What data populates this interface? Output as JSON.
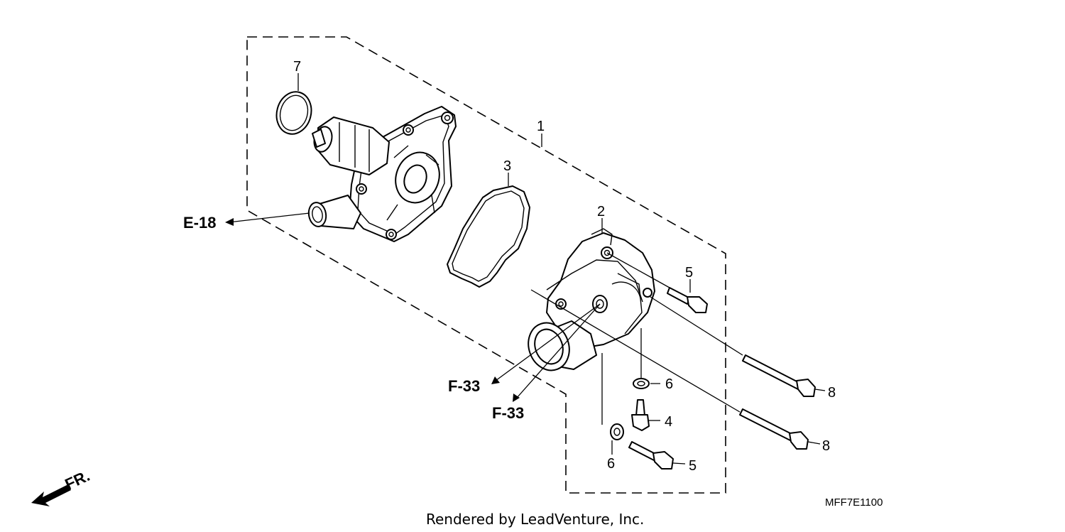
{
  "callouts": {
    "c1": "1",
    "c2": "2",
    "c3": "3",
    "c4": "4",
    "c5a": "5",
    "c5b": "5",
    "c6a": "6",
    "c6b": "6",
    "c7": "7",
    "c8a": "8",
    "c8b": "8"
  },
  "refs": {
    "e18": "E-18",
    "f33a": "F-33",
    "f33b": "F-33"
  },
  "direction_label": "FR.",
  "diagram_code": "MFF7E1100",
  "credit": "Rendered by LeadVenture, Inc."
}
